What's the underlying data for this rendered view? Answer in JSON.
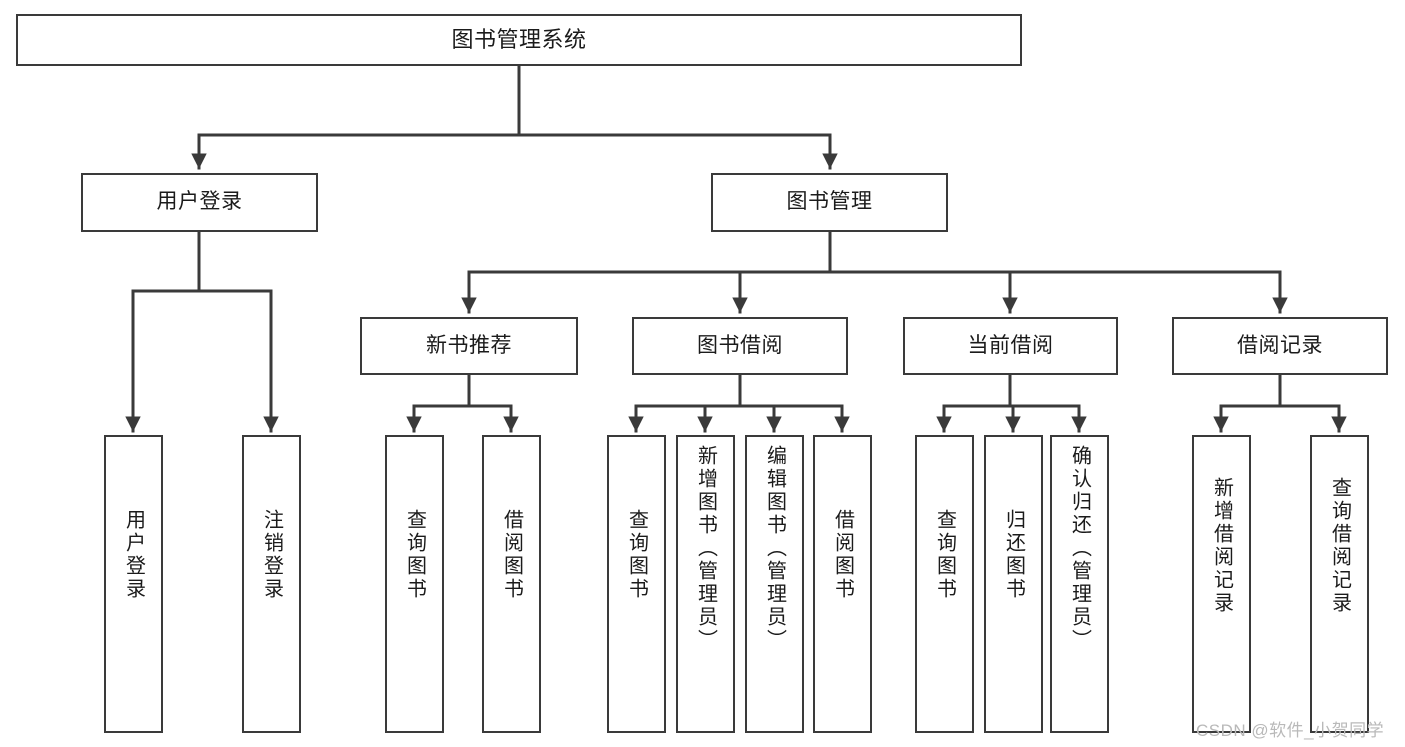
{
  "diagram": {
    "title": "图书管理系统",
    "type": "functional-structure-tree",
    "watermark": "CSDN @软件_小贺同学",
    "colors": {
      "node_border": "#3a3a3a",
      "node_fill": "#ffffff",
      "edge": "#3a3a3a",
      "text": "#1b1b1b",
      "watermark": "#b9b9b9"
    },
    "levels": {
      "root": [
        "图书管理系统"
      ],
      "level2": [
        "用户登录",
        "图书管理"
      ],
      "level3": [
        "新书推荐",
        "图书借阅",
        "当前借阅",
        "借阅记录"
      ],
      "leaves": [
        "用户登录",
        "注销登录",
        "查询图书",
        "借阅图书",
        "查询图书",
        "新增图书（管理员）",
        "编辑图书（管理员）",
        "借阅图书",
        "查询图书",
        "归还图书",
        "确认归还（管理员）",
        "新增借阅记录",
        "查询借阅记录"
      ]
    },
    "nodes": {
      "root": {
        "label": "图书管理系统"
      },
      "user_login": {
        "label": "用户登录"
      },
      "book_manage": {
        "label": "图书管理"
      },
      "new_book_rec": {
        "label": "新书推荐"
      },
      "book_borrow": {
        "label": "图书借阅"
      },
      "current_borrow": {
        "label": "当前借阅"
      },
      "borrow_record": {
        "label": "借阅记录"
      },
      "leaf_user_login": {
        "label": "用户登录"
      },
      "leaf_logout": {
        "label": "注销登录"
      },
      "leaf_query_book_1": {
        "label": "查询图书"
      },
      "leaf_borrow_book_1": {
        "label": "借阅图书"
      },
      "leaf_query_book_2": {
        "label": "查询图书"
      },
      "leaf_add_book": {
        "label": "新增图书（管理员）"
      },
      "leaf_edit_book": {
        "label": "编辑图书（管理员）"
      },
      "leaf_borrow_book_2": {
        "label": "借阅图书"
      },
      "leaf_query_book_3": {
        "label": "查询图书"
      },
      "leaf_return_book": {
        "label": "归还图书"
      },
      "leaf_confirm_return": {
        "label": "确认归还（管理员）"
      },
      "leaf_add_record": {
        "label": "新增借阅记录"
      },
      "leaf_query_record": {
        "label": "查询借阅记录"
      }
    }
  }
}
